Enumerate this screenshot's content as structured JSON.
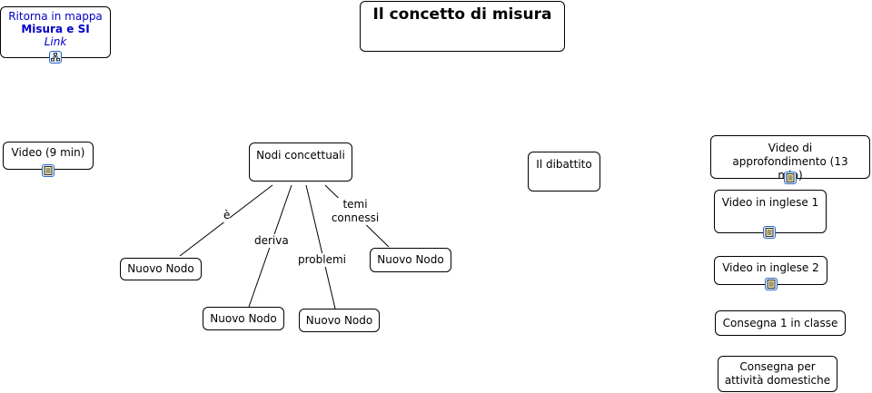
{
  "map_title": "Il concetto di misura",
  "return_node": {
    "line1": "Ritorna in mappa",
    "line2": "Misura e SI",
    "line3": "Link"
  },
  "left_node": "Video (9 min)",
  "central_node": "Nodi concettuali",
  "debate_node": "Il dibattito",
  "child_nodes": [
    "Nuovo Nodo",
    "Nuovo Nodo",
    "Nuovo Nodo",
    "Nuovo Nodo"
  ],
  "link_labels": {
    "e": "è",
    "deriva": "deriva",
    "problemi": "problemi",
    "temi": "temi connessi"
  },
  "right_column": {
    "video_approfondimento": "Video di approfondimento (13 min)",
    "video_inglese_1": "Video in inglese 1",
    "video_inglese_2": "Video in inglese 2",
    "consegna_classe": "Consegna 1 in classe",
    "consegna_domestiche": "Consegna per attività domestiche"
  },
  "icons": {
    "resource": "document-icon",
    "map_link": "concept-map-icon"
  },
  "colors": {
    "link_text": "#0000cc",
    "icon_border": "#2a6cc9"
  }
}
